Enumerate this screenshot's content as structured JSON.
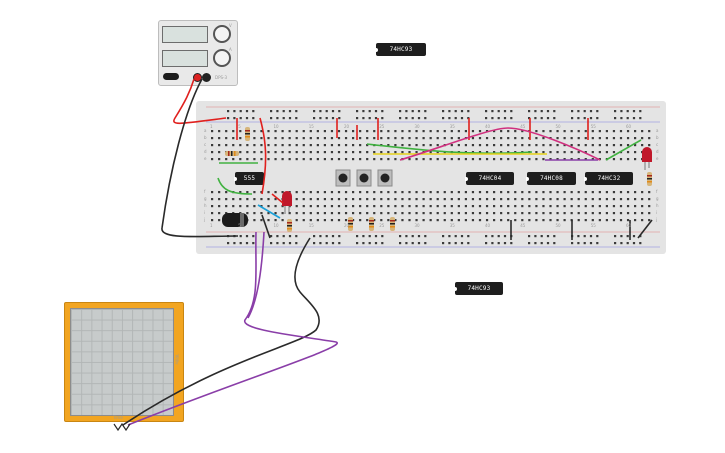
{
  "power_supply": {
    "label_v": "V",
    "label_a": "A",
    "brand": "DPS-3"
  },
  "chips": {
    "chip_top": "74HC93",
    "chip_555": "555",
    "chip_04": "74HC04",
    "chip_08": "74HC08",
    "chip_32": "74HC32",
    "chip_bottom": "74HC93"
  },
  "oscilloscope": {
    "time_label": "Time",
    "volt_label": "V/div"
  },
  "breadboard": {
    "column_numbers": [
      "1",
      "5",
      "10",
      "15",
      "20",
      "25",
      "30",
      "35",
      "40",
      "45",
      "50",
      "55",
      "60"
    ],
    "row_letters_top": [
      "a",
      "b",
      "c",
      "d",
      "e"
    ],
    "row_letters_bottom": [
      "f",
      "g",
      "h",
      "i",
      "j"
    ]
  },
  "colors": {
    "wire_red": "#e0201e",
    "wire_black": "#2a2a2a",
    "wire_purple": "#8a3ea8",
    "wire_green": "#41b241",
    "wire_yellow": "#e6d21a",
    "wire_pink": "#d0307f",
    "wire_blue": "#1aa0d8",
    "scope_body": "#f2a521",
    "board": "#e4e4e4"
  }
}
